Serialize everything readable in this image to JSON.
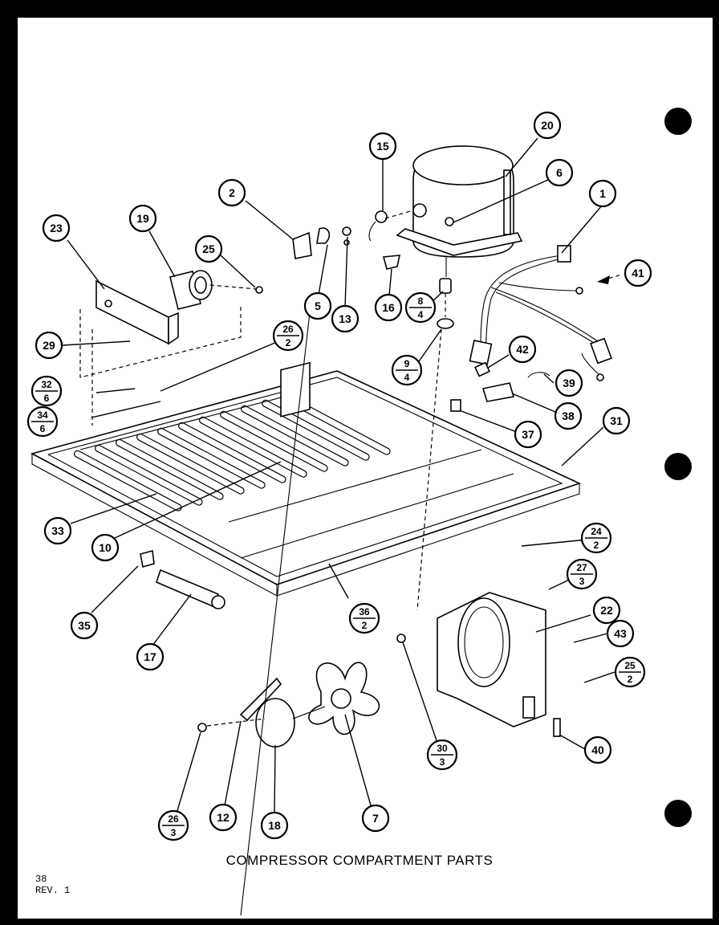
{
  "caption": "COMPRESSOR COMPARTMENT PARTS",
  "page_number": "38",
  "revision": "REV. 1",
  "callouts": [
    {
      "id": "c1",
      "label": "1"
    },
    {
      "id": "c2",
      "label": "2"
    },
    {
      "id": "c5",
      "label": "5"
    },
    {
      "id": "c6",
      "label": "6"
    },
    {
      "id": "c7",
      "label": "7"
    },
    {
      "id": "c10",
      "label": "10"
    },
    {
      "id": "c12",
      "label": "12"
    },
    {
      "id": "c13",
      "label": "13"
    },
    {
      "id": "c15",
      "label": "15"
    },
    {
      "id": "c16",
      "label": "16"
    },
    {
      "id": "c17",
      "label": "17"
    },
    {
      "id": "c18",
      "label": "18"
    },
    {
      "id": "c19",
      "label": "19"
    },
    {
      "id": "c20",
      "label": "20"
    },
    {
      "id": "c22",
      "label": "22"
    },
    {
      "id": "c23",
      "label": "23"
    },
    {
      "id": "c25",
      "label": "25"
    },
    {
      "id": "c29",
      "label": "29"
    },
    {
      "id": "c31",
      "label": "31"
    },
    {
      "id": "c33",
      "label": "33"
    },
    {
      "id": "c35",
      "label": "35"
    },
    {
      "id": "c37",
      "label": "37"
    },
    {
      "id": "c38",
      "label": "38"
    },
    {
      "id": "c39",
      "label": "39"
    },
    {
      "id": "c40",
      "label": "40"
    },
    {
      "id": "c41",
      "label": "41"
    },
    {
      "id": "c42",
      "label": "42"
    },
    {
      "id": "c43",
      "label": "43"
    }
  ],
  "fraction_callouts": [
    {
      "id": "f8_4",
      "num": "8",
      "den": "4"
    },
    {
      "id": "f9_4",
      "num": "9",
      "den": "4"
    },
    {
      "id": "f26_2",
      "num": "26",
      "den": "2"
    },
    {
      "id": "f32_6",
      "num": "32",
      "den": "6"
    },
    {
      "id": "f34_6",
      "num": "34",
      "den": "6"
    },
    {
      "id": "f24_2",
      "num": "24",
      "den": "2"
    },
    {
      "id": "f27_3",
      "num": "27",
      "den": "3"
    },
    {
      "id": "f25_2",
      "num": "25",
      "den": "2"
    },
    {
      "id": "f36_2",
      "num": "36",
      "den": "2"
    },
    {
      "id": "f30_3",
      "num": "30",
      "den": "3"
    },
    {
      "id": "f26_3",
      "num": "26",
      "den": "3"
    }
  ]
}
